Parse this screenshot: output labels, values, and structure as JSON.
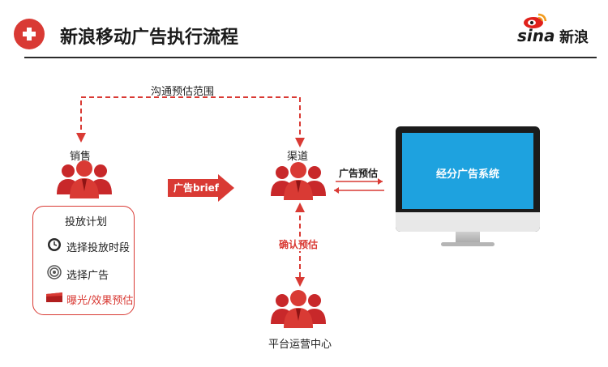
{
  "header": {
    "title": "新浪移动广告执行流程",
    "logo_wordmark": "sina",
    "logo_cn": "新浪"
  },
  "nodes": {
    "sales": "销售",
    "channel": "渠道",
    "platform": "平台运营中心"
  },
  "edges": {
    "top_loop": "沟通预估范围",
    "brief": "广告brief",
    "estimate": "广告预估",
    "confirm": "确认预估"
  },
  "monitor": {
    "screen_text": "经分广告系统"
  },
  "plan": {
    "title": "投放计划",
    "items": [
      {
        "label": "选择投放时段",
        "icon": "clock-icon"
      },
      {
        "label": "选择广告",
        "icon": "target-icon"
      },
      {
        "label": "曝光/效果预估",
        "icon": "chart-icon"
      }
    ]
  },
  "colors": {
    "accent": "#d93a34",
    "screen": "#1ea2df"
  }
}
